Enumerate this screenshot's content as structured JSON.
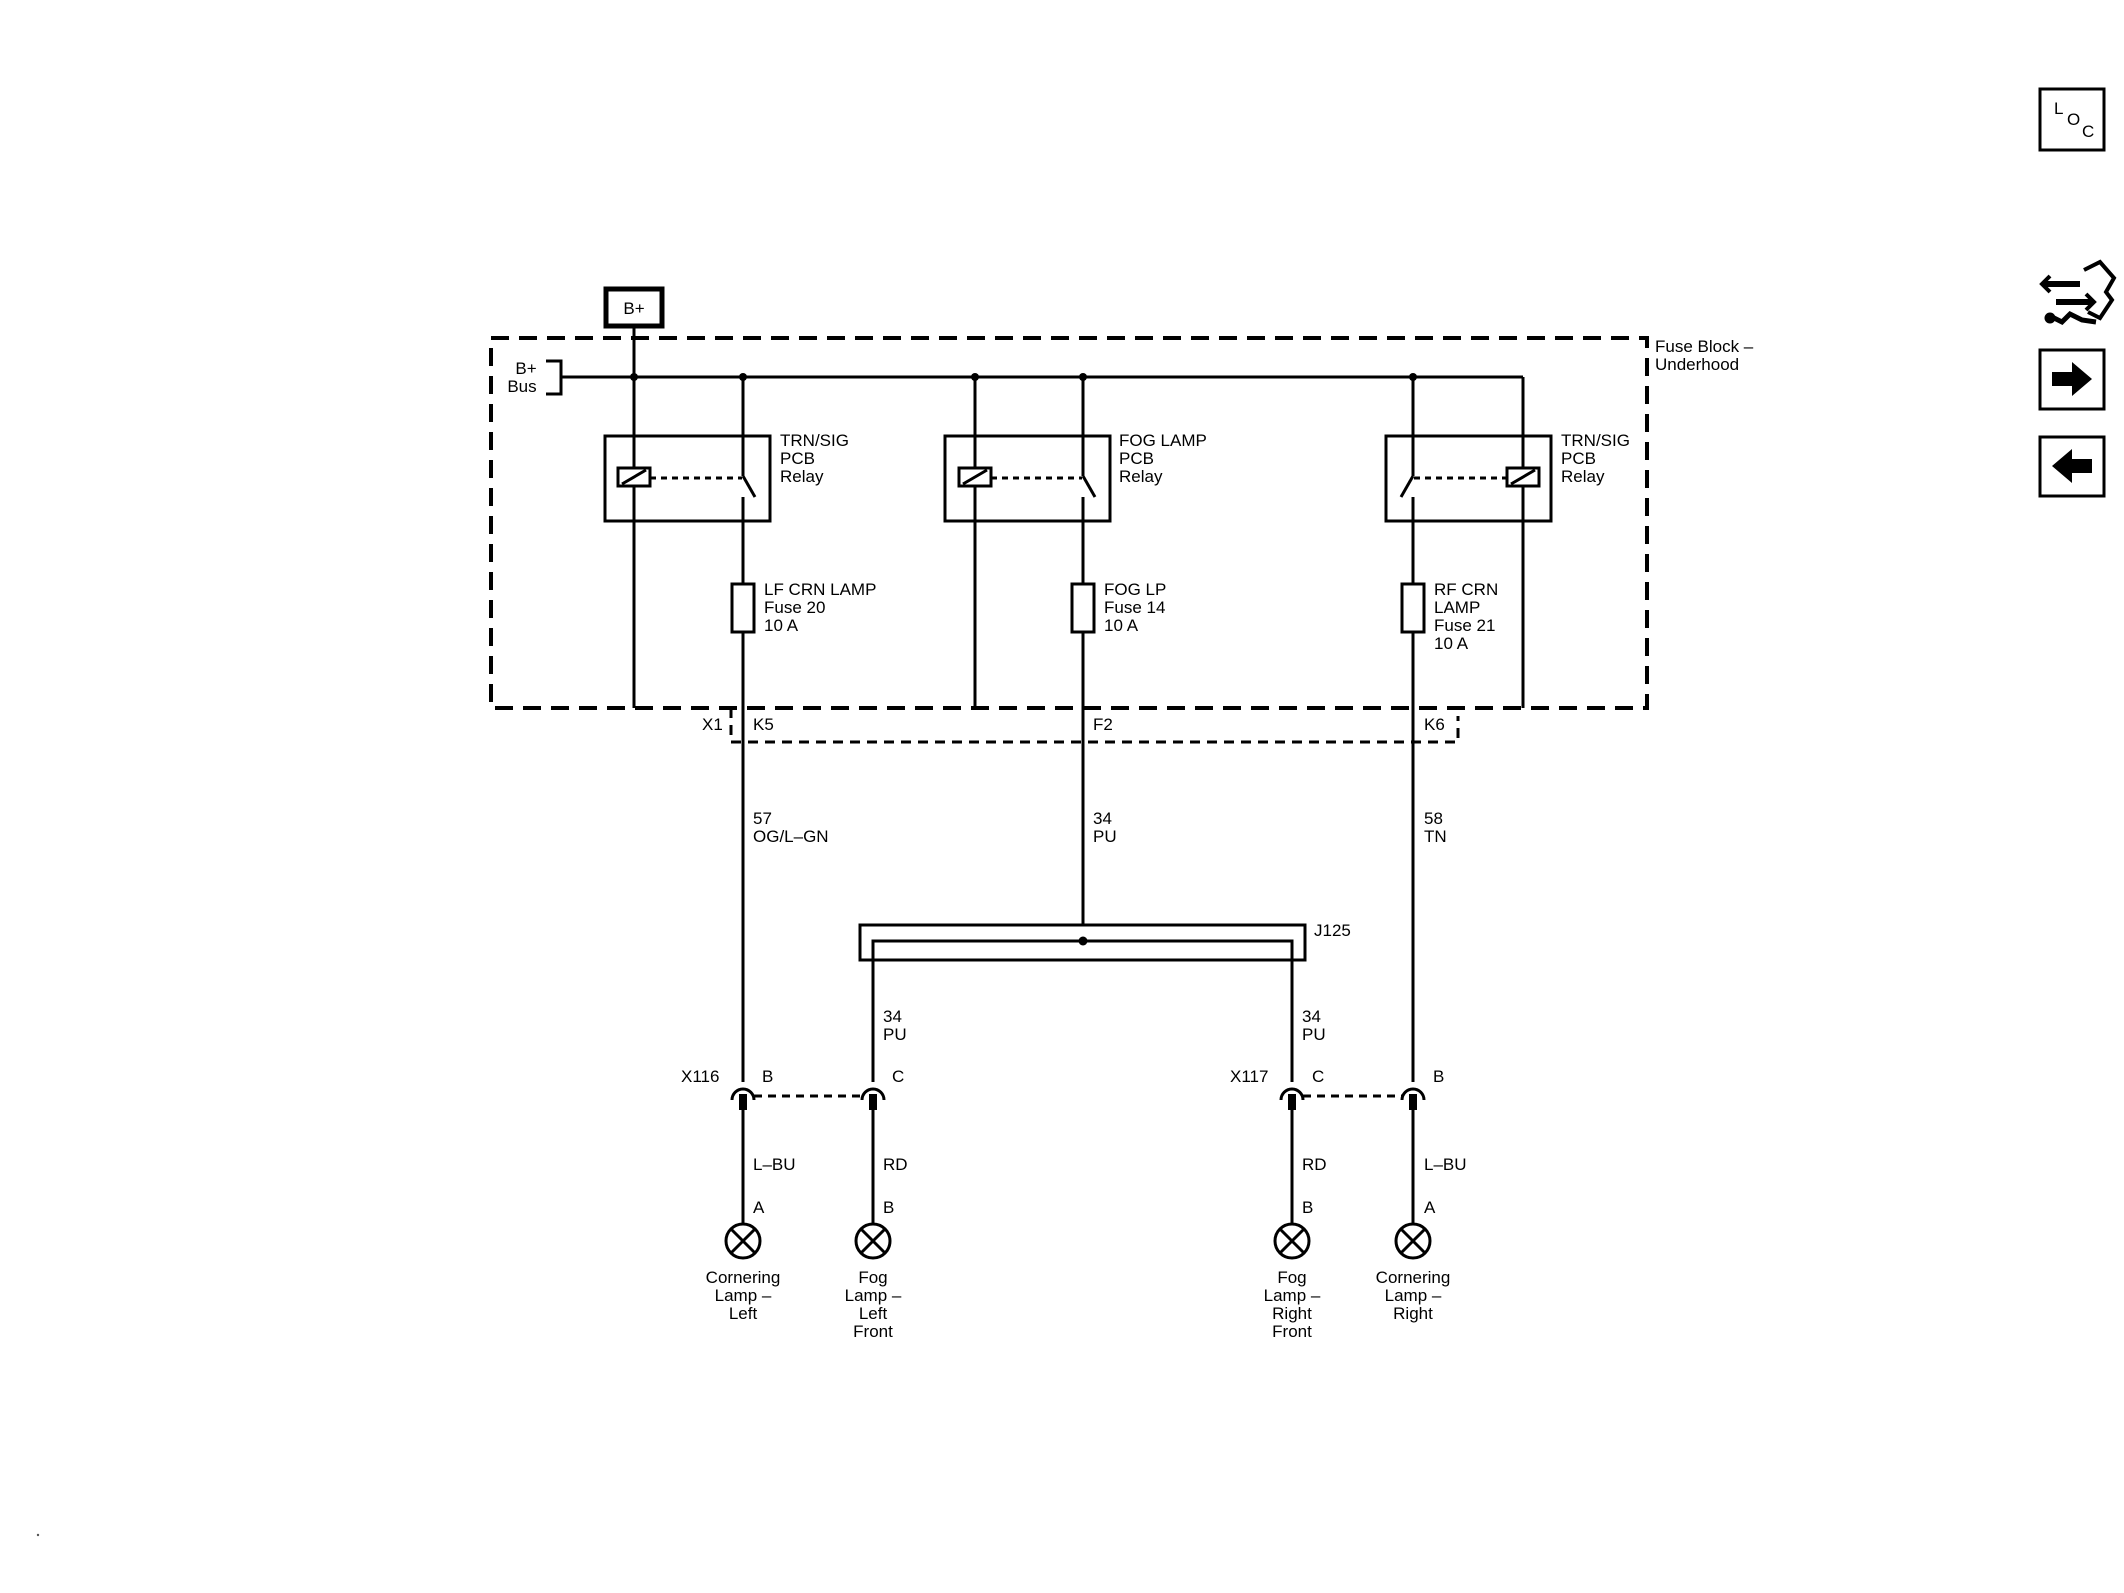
{
  "power": {
    "bplus": "B+",
    "bus_line1": "B+",
    "bus_line2": "Bus"
  },
  "fuse_block": {
    "line1": "Fuse Block –",
    "line2": "Underhood"
  },
  "relays": [
    {
      "line1": "TRN/SIG",
      "line2": "PCB",
      "line3": "Relay"
    },
    {
      "line1": "FOG LAMP",
      "line2": "PCB",
      "line3": "Relay"
    },
    {
      "line1": "TRN/SIG",
      "line2": "PCB",
      "line3": "Relay"
    }
  ],
  "fuses": [
    {
      "lines": [
        "LF CRN LAMP",
        "Fuse 20",
        "10 A"
      ]
    },
    {
      "lines": [
        "FOG LP",
        "Fuse 14",
        "10 A"
      ]
    },
    {
      "lines": [
        "RF CRN",
        "LAMP",
        "Fuse 21",
        "10 A"
      ]
    }
  ],
  "connector_x1": {
    "name": "X1",
    "pins": [
      "K5",
      "F2",
      "K6"
    ]
  },
  "wires": [
    {
      "circuit": "57",
      "color": "OG/L–GN"
    },
    {
      "circuit": "34",
      "color": "PU"
    },
    {
      "circuit": "58",
      "color": "TN"
    },
    {
      "circuit": "34",
      "color": "PU"
    },
    {
      "circuit": "34",
      "color": "PU"
    }
  ],
  "splice": {
    "name": "J125"
  },
  "connectors": [
    {
      "name": "X116",
      "pins": [
        "B",
        "C"
      ]
    },
    {
      "name": "X117",
      "pins": [
        "C",
        "B"
      ]
    }
  ],
  "lamp_wires": [
    "L–BU",
    "RD",
    "RD",
    "L–BU"
  ],
  "lamps": [
    {
      "pin": "A",
      "lines": [
        "Cornering",
        "Lamp –",
        "Left"
      ]
    },
    {
      "pin": "B",
      "lines": [
        "Fog",
        "Lamp –",
        "Left",
        "Front"
      ]
    },
    {
      "pin": "B",
      "lines": [
        "Fog",
        "Lamp –",
        "Right",
        "Front"
      ]
    },
    {
      "pin": "A",
      "lines": [
        "Cornering",
        "Lamp –",
        "Right"
      ]
    }
  ],
  "side_buttons": [
    {
      "name": "loc-button",
      "icon": "location-icon",
      "text": [
        "L",
        "O",
        "C"
      ]
    },
    {
      "name": "component-info-button",
      "icon": "connector-icon"
    },
    {
      "name": "next-page-button",
      "icon": "arrow-right-icon"
    },
    {
      "name": "previous-page-button",
      "icon": "arrow-left-icon"
    }
  ]
}
